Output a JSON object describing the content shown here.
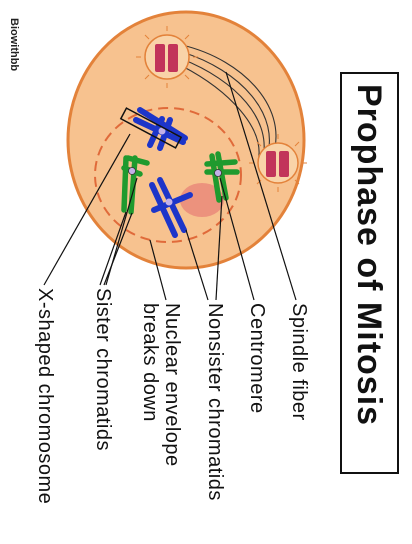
{
  "title": "Prophase of Mitosis",
  "logo": "Biowithbb",
  "labels": {
    "spindle_fiber": "Spindle fiber",
    "centromere": "Centromere",
    "nonsister": "Nonsister chromatids",
    "nuclear_line1": "Nuclear envelope",
    "nuclear_line2": "breaks down",
    "sister": "Sister chromatids",
    "xshaped": "X-shaped chromosome"
  },
  "colors": {
    "cell_fill": "#f7c28f",
    "cell_stroke": "#e3823a",
    "nucleus_dash": "#e06a3a",
    "centrosome": "#c2345a",
    "chromosome_blue": "#1d35c9",
    "chromosome_green": "#1f9a2e",
    "nucleolus": "#ea8a7a"
  }
}
